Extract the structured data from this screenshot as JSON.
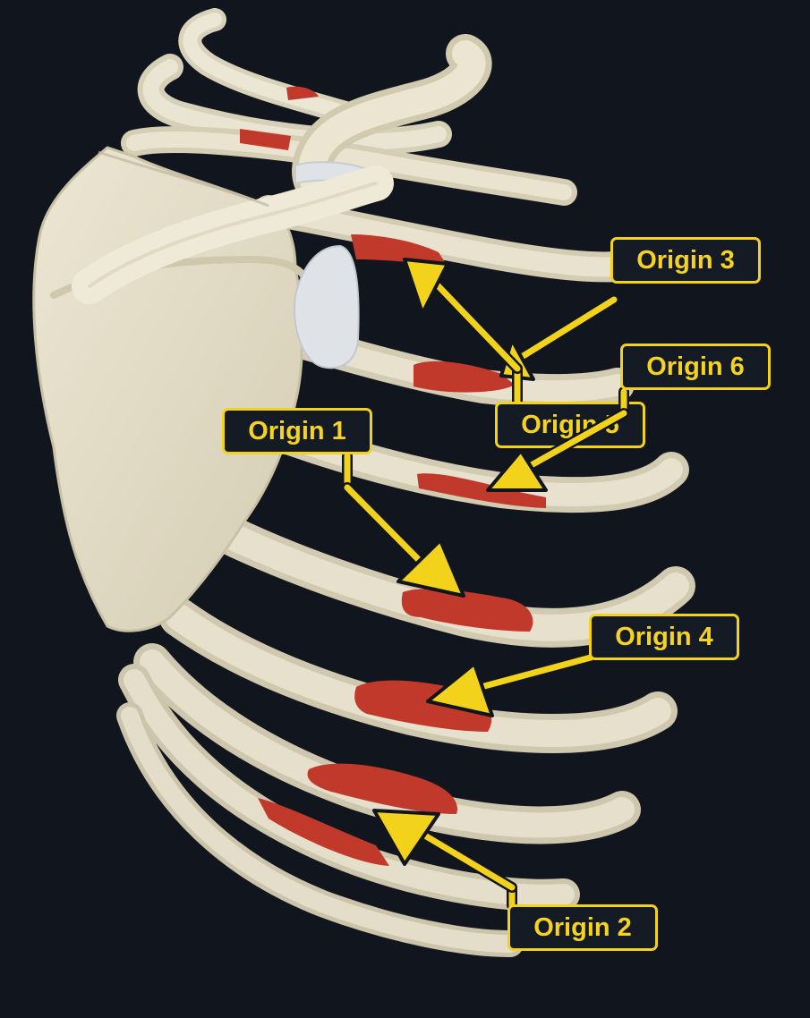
{
  "labels": {
    "origin_1": "Origin 1",
    "origin_2": "Origin 2",
    "origin_3": "Origin 3",
    "origin_4": "Origin 4",
    "origin_5": "Origin 5",
    "origin_6": "Origin 6"
  },
  "colors": {
    "background": "#11151d",
    "bone": "#e6e0cc",
    "bone_shade": "#c9c1a8",
    "cartilage": "#dfe3e8",
    "muscle_origin": "#c0392b",
    "annotation": "#f3d21b",
    "label_fill": "#141b25"
  }
}
